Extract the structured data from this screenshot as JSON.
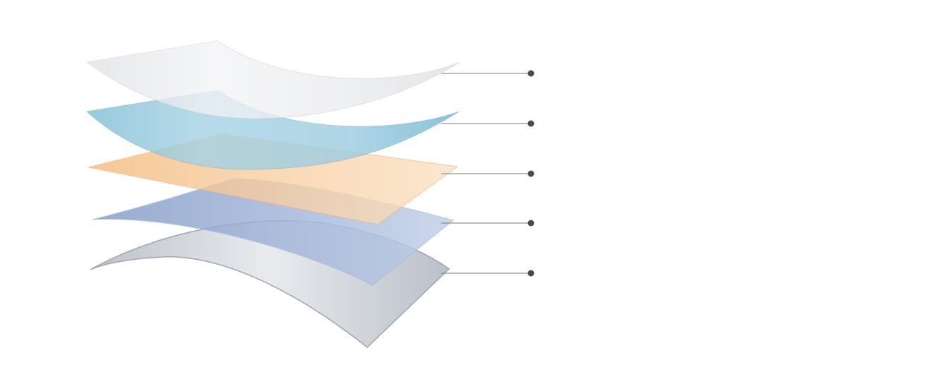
{
  "diagram": {
    "type": "layer-stack",
    "layers": [
      {
        "id": "layer-1",
        "fill": "#e4e6ea",
        "edge": "#d0d3d8"
      },
      {
        "id": "layer-2",
        "fill": "#8cc6dc",
        "edge": "#7ab7cf"
      },
      {
        "id": "layer-3",
        "fill": "#f6c48f",
        "edge": "#f0b06e"
      },
      {
        "id": "layer-4",
        "fill": "#8ea6d0",
        "edge": "#a7b9dc"
      },
      {
        "id": "layer-5",
        "fill": "#d4d8de",
        "edge": "#9aa1ad"
      }
    ],
    "callout_color": "#4a4a4a",
    "callout_line_color": "#7a7a7a"
  }
}
